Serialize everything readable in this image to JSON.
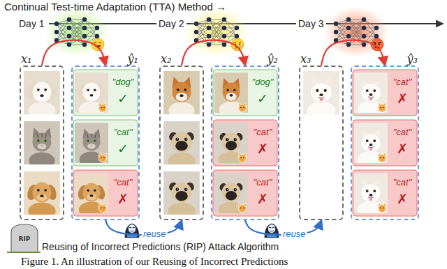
{
  "diagram": {
    "caption": "Figure 1. An illustration of our Reusing of Incorrect Predictions",
    "nodes": [
      {
        "text": [
          "x₁"
        ]
      },
      {
        "text": [
          "ŷ₁"
        ]
      },
      {
        "text": [
          "\"dog\"",
          "✓"
        ],
        "in": 1
      },
      {
        "text": [
          "\"cat\"",
          "✓"
        ],
        "in": 1
      },
      {
        "text": [
          "\"cat\"",
          "✗"
        ],
        "in": 1
      },
      {
        "text": [
          "x₂"
        ]
      },
      {
        "text": [
          "ŷ₂"
        ]
      },
      {
        "text": [
          "\"dog\"",
          "✓"
        ],
        "in": 6
      },
      {
        "text": [
          "\"cat\"",
          "✗"
        ],
        "in": 6
      },
      {
        "text": [
          "\"cat\"",
          "✗"
        ],
        "in": 6
      },
      {
        "text": [
          "x₃"
        ]
      },
      {
        "text": [
          "ŷ₃"
        ]
      },
      {
        "text": [
          "\"cat\"",
          "✗"
        ],
        "in": 11
      },
      {
        "text": [
          "\"cat\"",
          "✗"
        ],
        "in": 11
      },
      {
        "text": [
          "\"cat\"",
          "✗"
        ],
        "in": 11
      }
    ],
    "edges": [
      {
        "from": 0,
        "to": 1,
        "arrow": "to"
      },
      {
        "from": 1,
        "to": 5,
        "label": "reuse",
        "arrow": "to"
      },
      {
        "from": 5,
        "to": 6,
        "arrow": "to"
      },
      {
        "from": 6,
        "to": 10,
        "label": "reuse",
        "arrow": "to"
      },
      {
        "from": 10,
        "to": 11,
        "arrow": "to"
      }
    ],
    "labels": [
      "Continual Test-time Adaptation (TTA) Method →",
      "Day 1",
      "Day 2",
      "Day 3",
      "RIP",
      "Reusing of Incorrect Predictions (RIP) Attack Algorithm"
    ]
  }
}
